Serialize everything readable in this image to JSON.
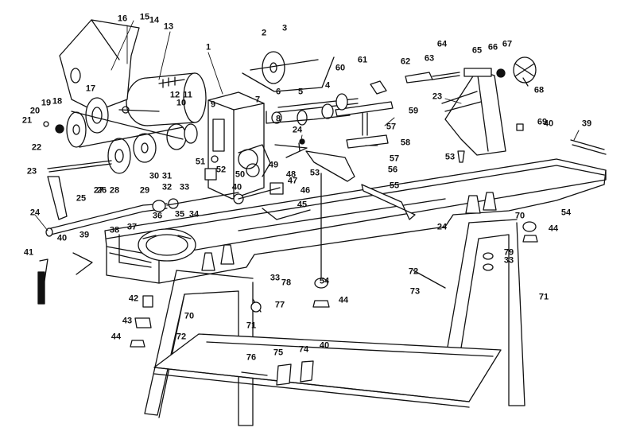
{
  "diagram": {
    "callouts": [
      {
        "text": "1"
      },
      {
        "text": "2"
      },
      {
        "text": "3"
      },
      {
        "text": "4"
      },
      {
        "text": "5"
      },
      {
        "text": "6"
      },
      {
        "text": "7"
      },
      {
        "text": "8"
      },
      {
        "text": "9"
      },
      {
        "text": "10"
      },
      {
        "text": "11"
      },
      {
        "text": "12"
      },
      {
        "text": "13"
      },
      {
        "text": "14"
      },
      {
        "text": "15"
      },
      {
        "text": "16"
      },
      {
        "text": "17"
      },
      {
        "text": "18"
      },
      {
        "text": "19"
      },
      {
        "text": "20"
      },
      {
        "text": "21"
      },
      {
        "text": "22"
      },
      {
        "text": "23"
      },
      {
        "text": "23"
      },
      {
        "text": "24"
      },
      {
        "text": "24"
      },
      {
        "text": "24"
      },
      {
        "text": "25"
      },
      {
        "text": "26"
      },
      {
        "text": "27"
      },
      {
        "text": "28"
      },
      {
        "text": "29"
      },
      {
        "text": "30"
      },
      {
        "text": "31"
      },
      {
        "text": "32"
      },
      {
        "text": "33"
      },
      {
        "text": "33"
      },
      {
        "text": "33"
      },
      {
        "text": "34"
      },
      {
        "text": "35"
      },
      {
        "text": "36"
      },
      {
        "text": "37"
      },
      {
        "text": "38"
      },
      {
        "text": "39"
      },
      {
        "text": "39"
      },
      {
        "text": "40"
      },
      {
        "text": "40"
      },
      {
        "text": "40"
      },
      {
        "text": "40"
      },
      {
        "text": "41"
      },
      {
        "text": "42"
      },
      {
        "text": "43"
      },
      {
        "text": "44"
      },
      {
        "text": "44"
      },
      {
        "text": "44"
      },
      {
        "text": "45"
      },
      {
        "text": "46"
      },
      {
        "text": "47"
      },
      {
        "text": "48"
      },
      {
        "text": "49"
      },
      {
        "text": "50"
      },
      {
        "text": "51"
      },
      {
        "text": "52"
      },
      {
        "text": "53"
      },
      {
        "text": "53"
      },
      {
        "text": "54"
      },
      {
        "text": "54"
      },
      {
        "text": "55"
      },
      {
        "text": "56"
      },
      {
        "text": "57"
      },
      {
        "text": "57"
      },
      {
        "text": "58"
      },
      {
        "text": "59"
      },
      {
        "text": "60"
      },
      {
        "text": "61"
      },
      {
        "text": "62"
      },
      {
        "text": "63"
      },
      {
        "text": "64"
      },
      {
        "text": "65"
      },
      {
        "text": "66"
      },
      {
        "text": "67"
      },
      {
        "text": "68"
      },
      {
        "text": "69"
      },
      {
        "text": "70"
      },
      {
        "text": "70"
      },
      {
        "text": "71"
      },
      {
        "text": "71"
      },
      {
        "text": "72"
      },
      {
        "text": "72"
      },
      {
        "text": "73"
      },
      {
        "text": "74"
      },
      {
        "text": "75"
      },
      {
        "text": "76"
      },
      {
        "text": "77"
      },
      {
        "text": "78"
      },
      {
        "text": "79"
      }
    ],
    "line_color": "#111111"
  }
}
